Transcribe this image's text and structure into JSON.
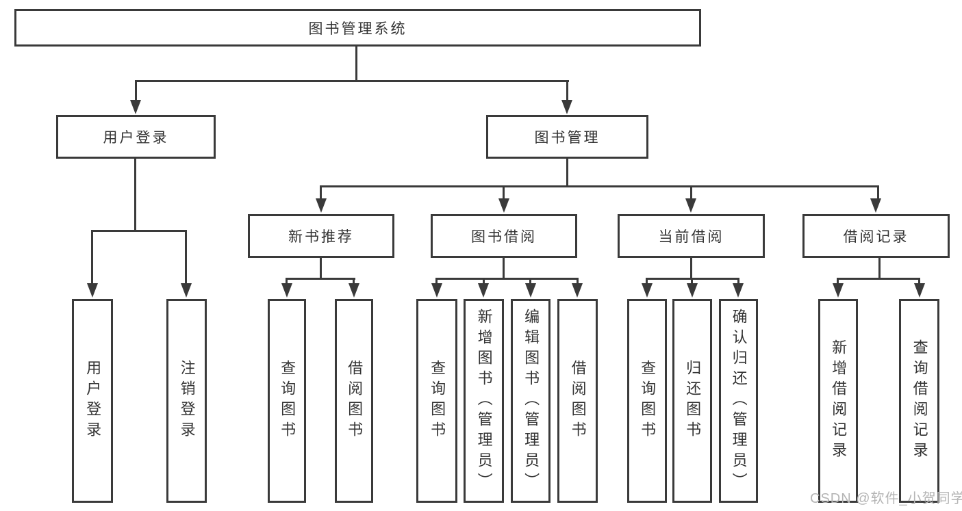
{
  "colors": {
    "line": "#3a3a3a",
    "text": "#333333",
    "watermark": "#b5b5b5",
    "background": "#ffffff"
  },
  "tree": {
    "root": "图书管理系统",
    "user": {
      "label": "用户登录",
      "children": [
        "用户登录",
        "注销登录"
      ]
    },
    "book": {
      "label": "图书管理",
      "children": [
        {
          "label": "新书推荐",
          "children": [
            "查询图书",
            "借阅图书"
          ]
        },
        {
          "label": "图书借阅",
          "children": [
            "查询图书",
            "新增图书（管理员）",
            "编辑图书（管理员）",
            "借阅图书"
          ]
        },
        {
          "label": "当前借阅",
          "children": [
            "查询图书",
            "归还图书",
            "确认归还（管理员）"
          ]
        },
        {
          "label": "借阅记录",
          "children": [
            "新增借阅记录",
            "查询借阅记录"
          ]
        }
      ]
    }
  },
  "watermark": {
    "text": "CSDN @软件_小贺同学"
  }
}
